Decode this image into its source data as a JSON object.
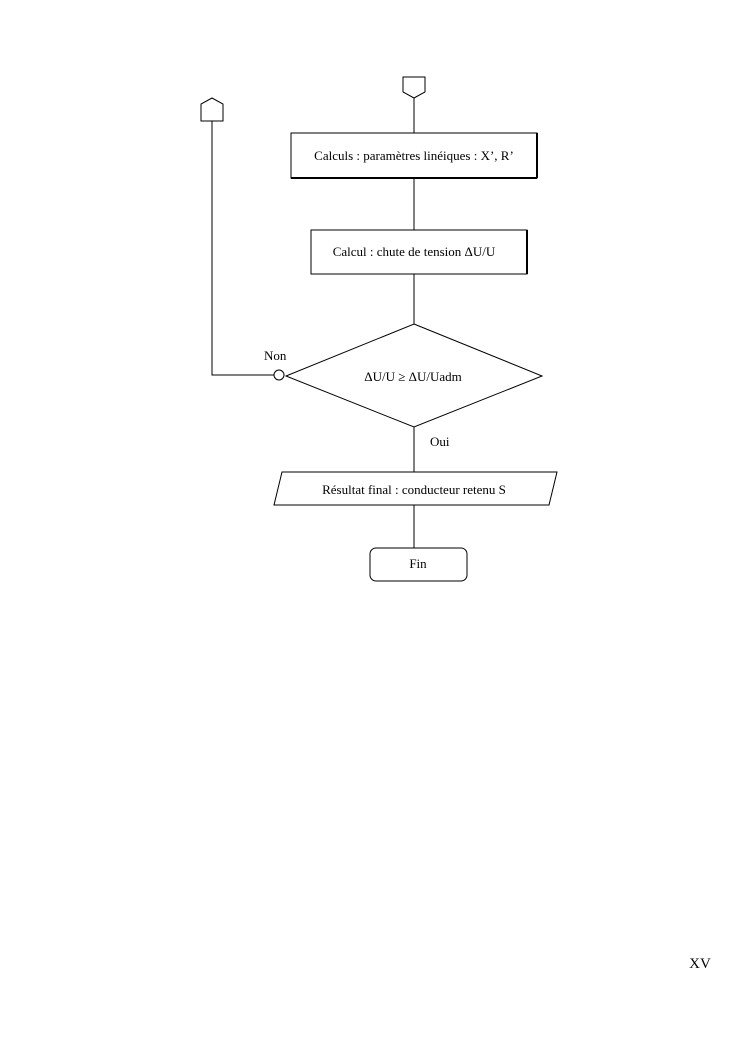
{
  "flowchart": {
    "box_params": "Calculs : paramètres linéiques : X’, R’",
    "box_drop": "Calcul : chute de tension ΔU/U",
    "decision": "ΔU/U ≥ ΔU/Uadm",
    "label_no": "Non",
    "label_yes": "Oui",
    "result": "Résultat final : conducteur retenu S",
    "end": "Fin"
  },
  "page_number": "XV"
}
